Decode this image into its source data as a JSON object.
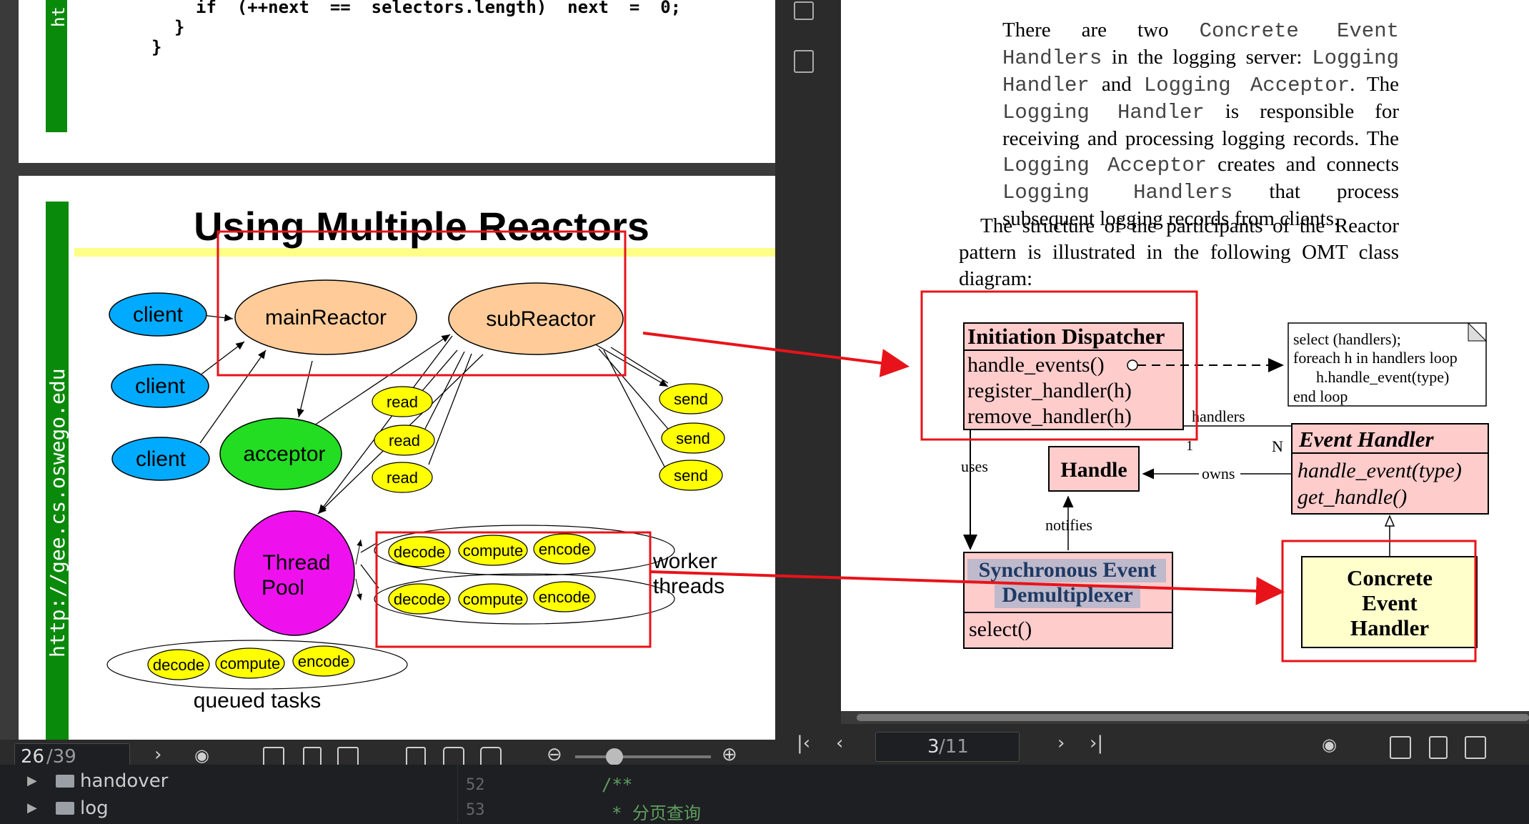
{
  "left_viewer": {
    "code_lines": [
      "if  (++next  ==  selectors.length)  next  =  0;",
      "}",
      "}"
    ],
    "url_top": "ht",
    "slide": {
      "title": "Using Multiple Reactors",
      "url_vertical": "http://gee.cs.oswego.edu",
      "clients": [
        "client",
        "client",
        "client"
      ],
      "main_reactor": "mainReactor",
      "sub_reactor": "subReactor",
      "acceptor": "acceptor",
      "thread_pool_line1": "Thread",
      "thread_pool_line2": "Pool",
      "reads": [
        "read",
        "read",
        "read"
      ],
      "sends": [
        "send",
        "send",
        "send"
      ],
      "task_labels": [
        "decode",
        "compute",
        "encode"
      ],
      "worker_line1": "worker",
      "worker_line2": "threads",
      "queued_tasks": "queued tasks"
    },
    "toolbar": {
      "page_current": "26",
      "page_total": "/39"
    }
  },
  "right_viewer": {
    "paragraph1": {
      "t1": "There are two ",
      "m1": "Concrete Event Handlers",
      "t2": " in the logging server: ",
      "m2": "Logging Handler",
      "t3": " and ",
      "m3": "Logging Acceptor",
      "t4": ". The ",
      "m4": "Logging Handler",
      "t5": " is responsible for receiving and processing logging records. The ",
      "m5": "Logging Acceptor",
      "t6": " creates and connects ",
      "m6": "Logging Handlers",
      "t7": " that process subsequent logging records from clients."
    },
    "paragraph2": "The structure of the participants of the Reactor pattern is illustrated in the following OMT class diagram:",
    "diagram": {
      "initiation_dispatcher": "Initiation Dispatcher",
      "methods": [
        "handle_events()",
        "register_handler(h)",
        "remove_handler(h)"
      ],
      "note_lines": [
        "select (handlers);",
        "foreach h in handlers loop",
        "h.handle_event(type)",
        "end loop"
      ],
      "handlers_label": "handlers",
      "one": "1",
      "n": "N",
      "event_handler": "Event Handler",
      "event_methods": [
        "handle_event(type)",
        "get_handle()"
      ],
      "uses": "uses",
      "handle": "Handle",
      "owns": "owns",
      "notifies": "notifies",
      "sync_line1": "Synchronous Event",
      "sync_line2": "Demultiplexer",
      "select": "select()",
      "concrete_lines": [
        "Concrete",
        "Event",
        "Handler"
      ]
    },
    "toolbar": {
      "page_current": "3",
      "page_total": "/11"
    }
  },
  "ide": {
    "tree": [
      "handover",
      "log"
    ],
    "line_numbers": [
      "52",
      "53"
    ],
    "code_lines": [
      "/**",
      "* 分页查询"
    ]
  },
  "colors": {
    "annotation_red": "#e8131a",
    "client_blue": "#00aaff",
    "reactor_orange": "#ffcc99",
    "acceptor_green": "#22dd22",
    "pool_magenta": "#ee11ee",
    "task_yellow": "#ffff00",
    "uml_pink": "#ffcccc",
    "uml_yellow": "#ffffcc",
    "slide_green": "#0a8a0a"
  }
}
